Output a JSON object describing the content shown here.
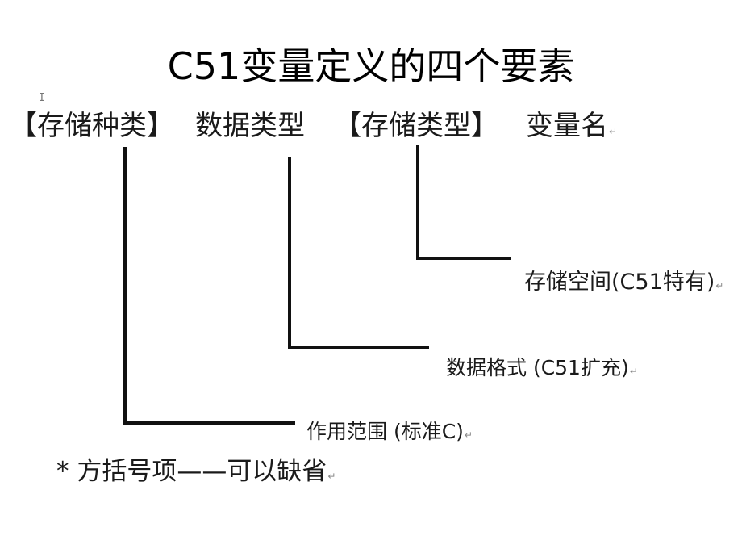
{
  "title": "C51变量定义的四个要素",
  "syntax": {
    "storage_class": "【存储种类】",
    "data_type": "数据类型",
    "memory_type": "【存储类型】",
    "variable_name": "变量名"
  },
  "annotations": {
    "storage_space": "存储空间(C51特有)",
    "data_format": "数据格式 (C51扩充)",
    "scope": "作用范围 (标准C)"
  },
  "note": "* 方括号项——可以缺省",
  "marks": {
    "paragraph_mark": "↵",
    "text_cursor": "I"
  },
  "colors": {
    "line": "#111111",
    "text": "#1a1a1a",
    "paragraph_mark": "#8a8a8a"
  }
}
